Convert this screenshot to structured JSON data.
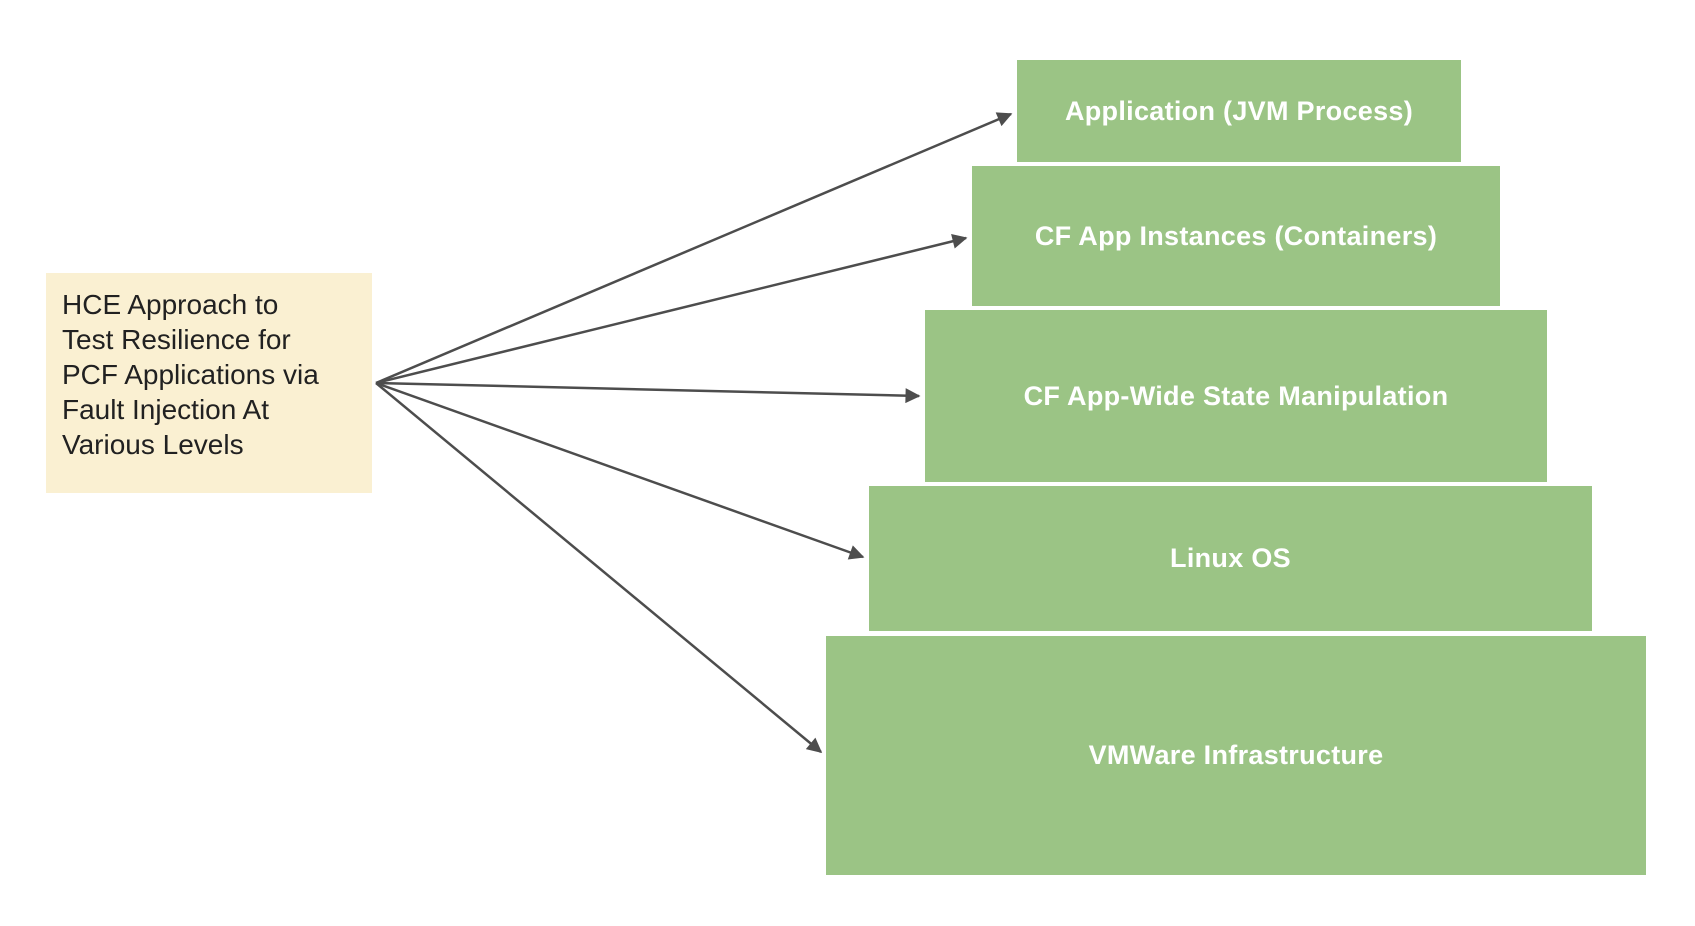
{
  "diagram": {
    "source": {
      "label": "HCE Approach to\nTest Resilience for\nPCF Applications via\nFault Injection At\nVarious Levels"
    },
    "levels": [
      {
        "label": "Application (JVM Process)"
      },
      {
        "label": "CF App Instances (Containers)"
      },
      {
        "label": "CF App-Wide State Manipulation"
      },
      {
        "label": "Linux OS"
      },
      {
        "label": "VMWare Infrastructure"
      }
    ],
    "colors": {
      "level_fill": "#9BC485",
      "level_text": "#FFFFFF",
      "source_fill": "#FAF0D2",
      "source_text": "#212121",
      "arrow": "#4D4D4D",
      "background": "#FFFFFF"
    }
  }
}
